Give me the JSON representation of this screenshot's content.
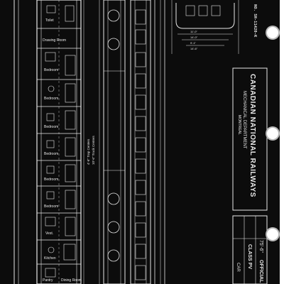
{
  "title_block": {
    "company": "CANADIAN NATIONAL RAILWAYS",
    "department": "MECHANICAL DEPARTMENT",
    "city": "MONTREAL",
    "length": "75'-6\"",
    "caption_1": "OFFICIAL",
    "class_label": "CLASS PV",
    "car_label": "CAR"
  },
  "drawing_number": "NO. SH-11420-K",
  "room_labels": [
    "Toilet",
    "Drawing Room",
    "Bedroom",
    "Bedroom",
    "Bedroom",
    "Bedroom",
    "Bedroom",
    "Bedroom",
    "Vest.",
    "Kitchen",
    "Pantry",
    "Dining Room"
  ],
  "notes": [
    "4'-6\" Trap Centers",
    "10'-6\" Truck Centers"
  ],
  "dimensions": [
    "11'-0\"",
    "14'-0\"",
    "9'-1\"",
    "14'-6\""
  ],
  "colors": {
    "sheet": "#0c0c0c",
    "ink": "#e6e6e6",
    "paper": "#ffffff"
  }
}
